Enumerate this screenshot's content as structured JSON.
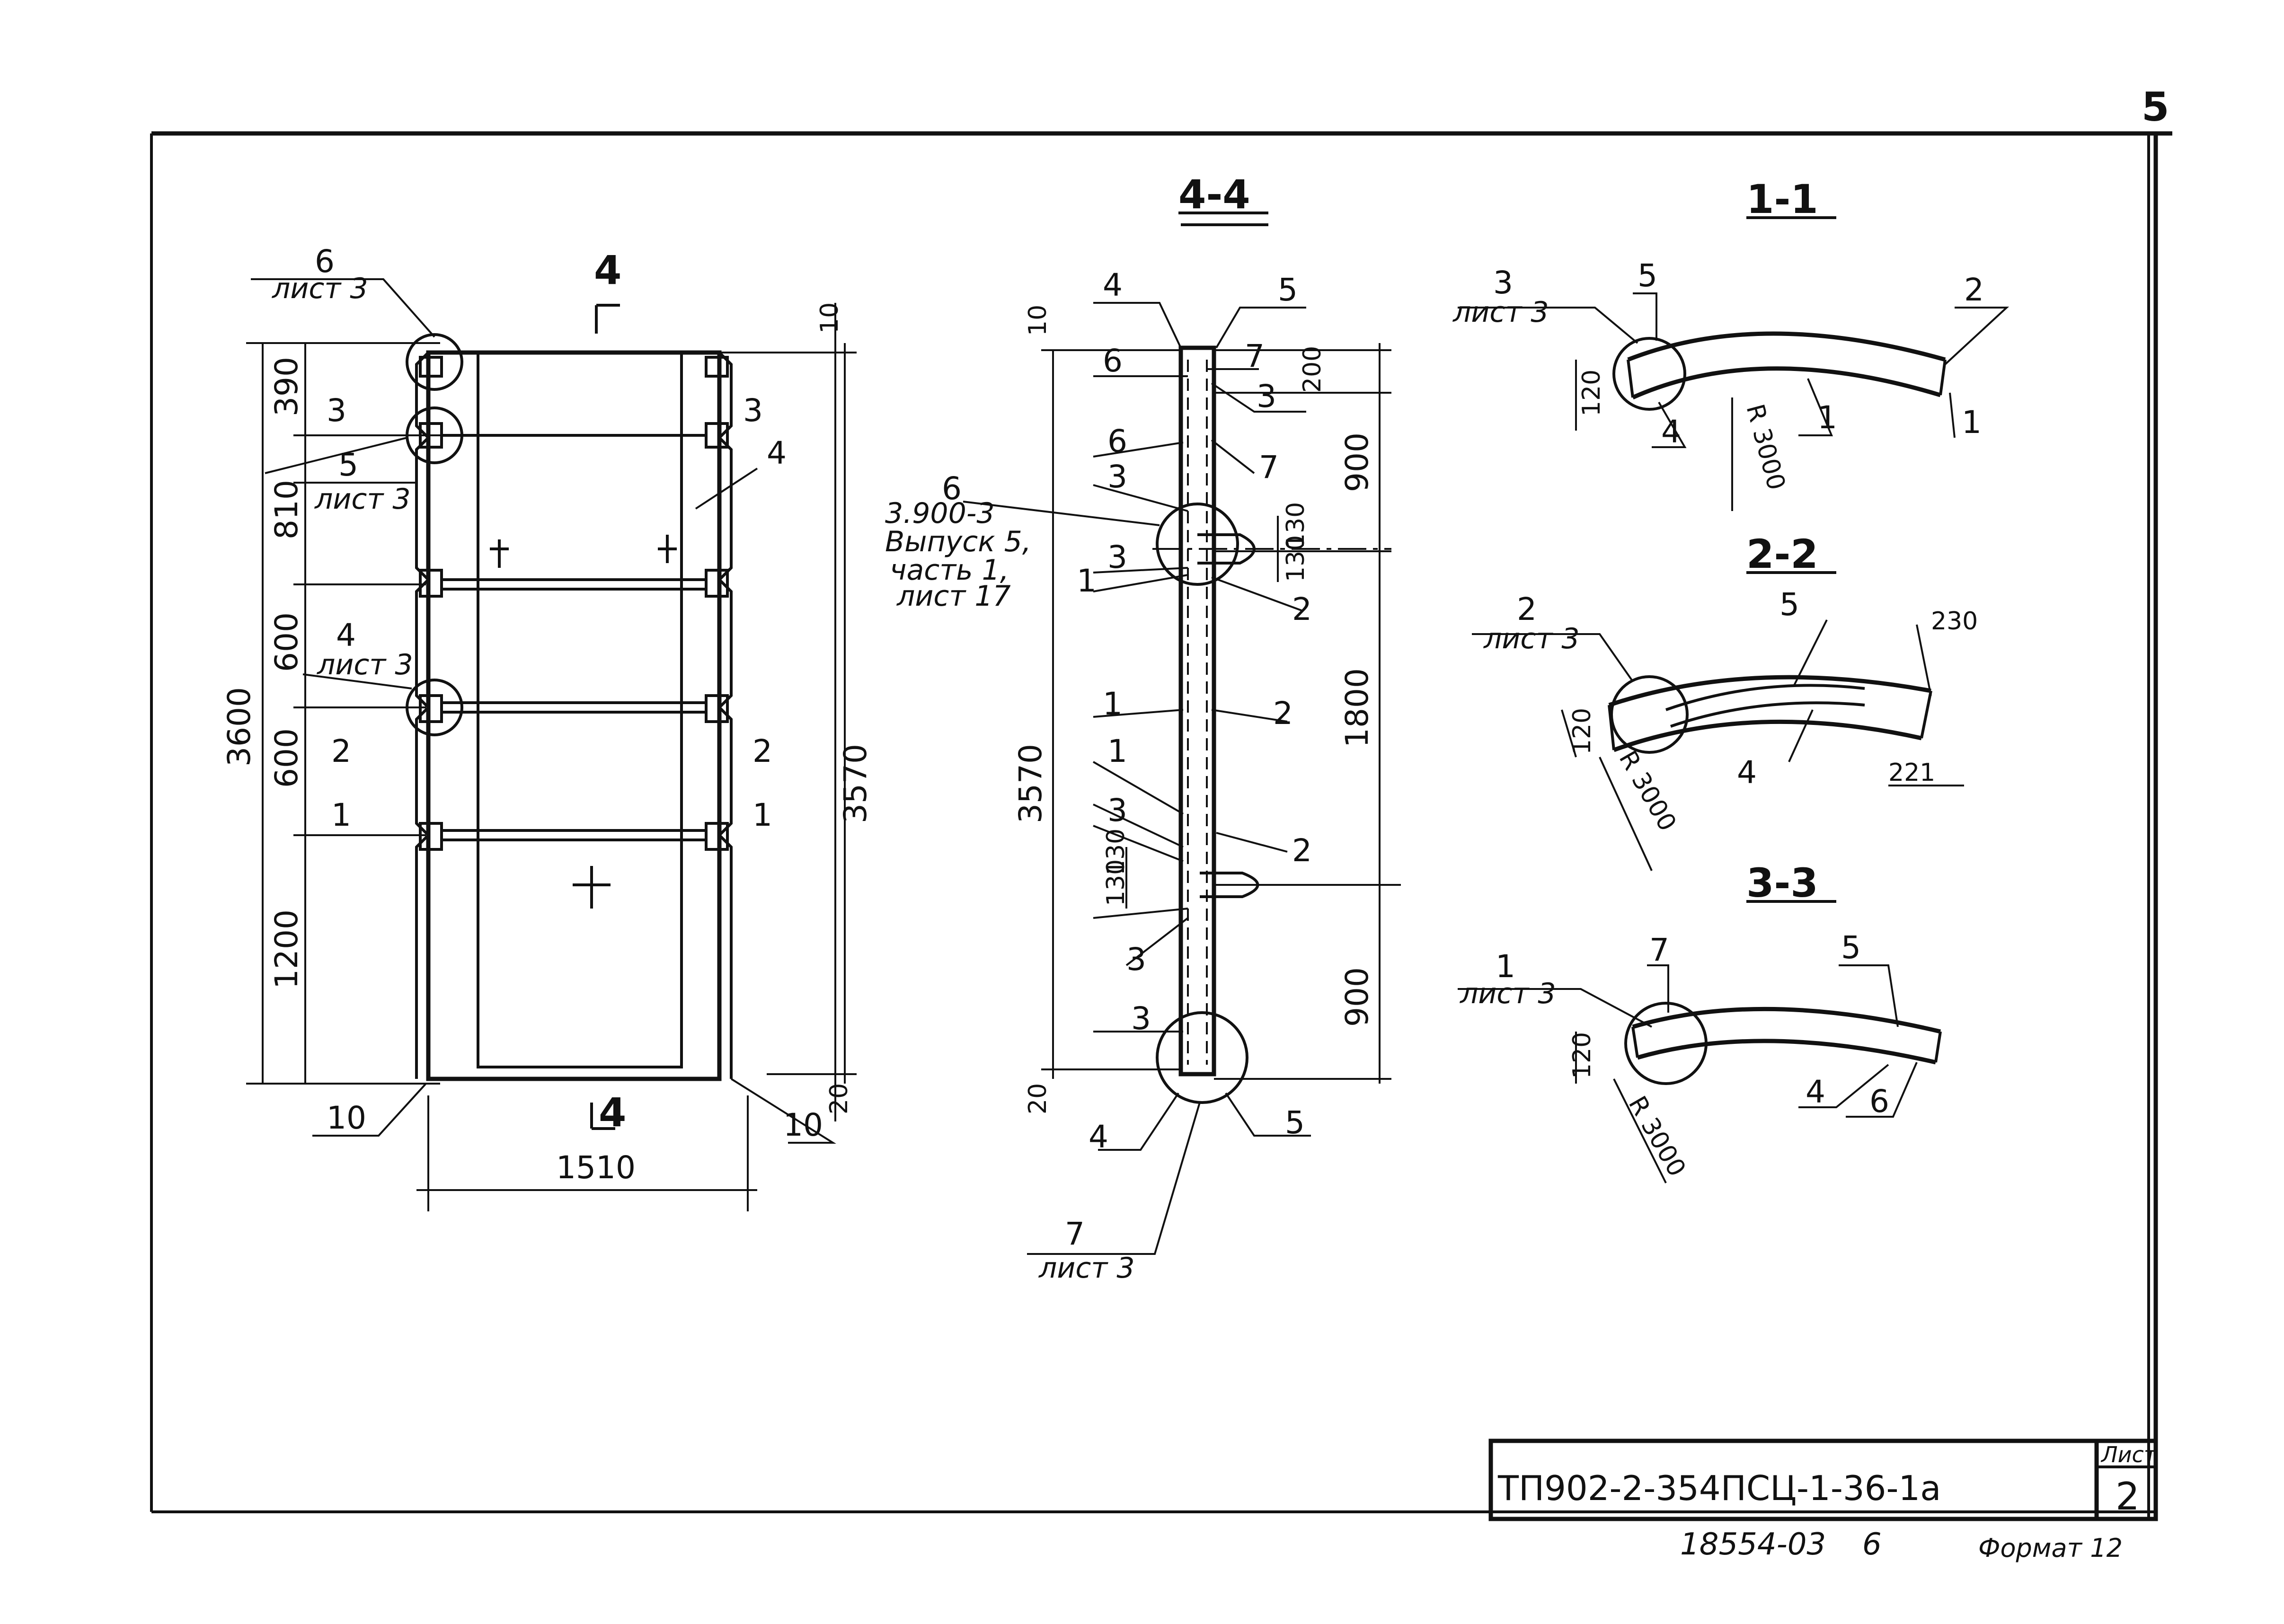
{
  "sheet_corner_number": "5",
  "elevation": {
    "section_mark": "4",
    "dim_left_total": "3600",
    "dim_left_parts": [
      "390",
      "810",
      "600",
      "600",
      "1200"
    ],
    "dim_right_total": "3570",
    "dim_top_offset": "10",
    "dim_bottom_offset": "20",
    "dim_width": "1510",
    "dim_corner_left": "10",
    "dim_corner_right": "10",
    "section_cuts": [
      "3",
      "3",
      "2",
      "2",
      "1",
      "1"
    ],
    "callouts": [
      {
        "num": "6",
        "ref": "лист 3"
      },
      {
        "num": "5",
        "ref": "лист 3"
      },
      {
        "num": "4",
        "ref": "лист 3"
      }
    ],
    "part_label": "4"
  },
  "section_4_4": {
    "title": "4-4",
    "dims_right": [
      "200",
      "900",
      "130",
      "130",
      "1800",
      "900"
    ],
    "dims_left": [
      "10",
      "3570",
      "130",
      "130",
      "20"
    ],
    "top_labels": [
      "4",
      "5",
      "6",
      "7",
      "3"
    ],
    "side_labels": [
      "6",
      "7",
      "3",
      "3",
      "1",
      "2",
      "1",
      "2",
      "1",
      "3",
      "2",
      "3",
      "3"
    ],
    "bottom_labels": [
      "4",
      "5"
    ],
    "bottom_callout": {
      "num": "7",
      "ref": "лист 3"
    },
    "ref_note": {
      "num": "6",
      "lines": [
        "3.900-3",
        "Выпуск 5,",
        "часть 1,",
        "лист 17"
      ]
    }
  },
  "section_1_1": {
    "title": "1-1",
    "callout": {
      "num": "3",
      "ref": "лист 3"
    },
    "labels": [
      "5",
      "2",
      "4",
      "1",
      "1"
    ],
    "dim_height": "120",
    "radius": "R 3000"
  },
  "section_2_2": {
    "title": "2-2",
    "callout": {
      "num": "2",
      "ref": "лист 3"
    },
    "labels": [
      "5",
      "4"
    ],
    "dim_height": "120",
    "dim_top": "230",
    "dim_bottom": "221",
    "radius": "R 3000"
  },
  "section_3_3": {
    "title": "3-3",
    "callout": {
      "num": "1",
      "ref": "лист 3"
    },
    "labels": [
      "7",
      "5",
      "4",
      "6"
    ],
    "dim_height": "120",
    "radius": "R 3000"
  },
  "title_block": {
    "code": "ТП902-2-354ПСЦ-1-36-1а",
    "sheet_label": "Лист",
    "sheet_number": "2"
  },
  "footer": {
    "archive_number": "18554-03",
    "page": "6",
    "format": "Формат 12"
  }
}
